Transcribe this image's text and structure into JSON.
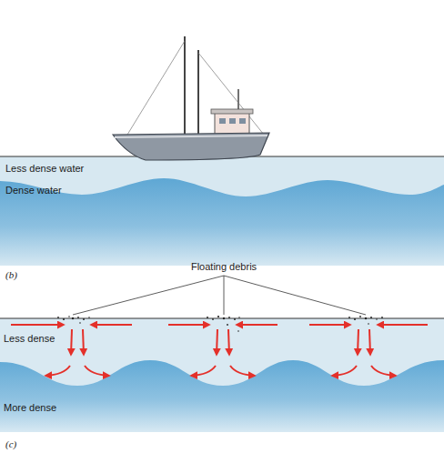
{
  "diagram": {
    "nodes": [
      {
        "text": [
          "Less dense water"
        ]
      },
      {
        "text": [
          "Dense water"
        ]
      },
      {
        "text": [
          "Less dense"
        ]
      },
      {
        "text": [
          "More dense"
        ]
      }
    ],
    "labels": [
      "(b)",
      "Floating debris",
      "(c)"
    ]
  }
}
